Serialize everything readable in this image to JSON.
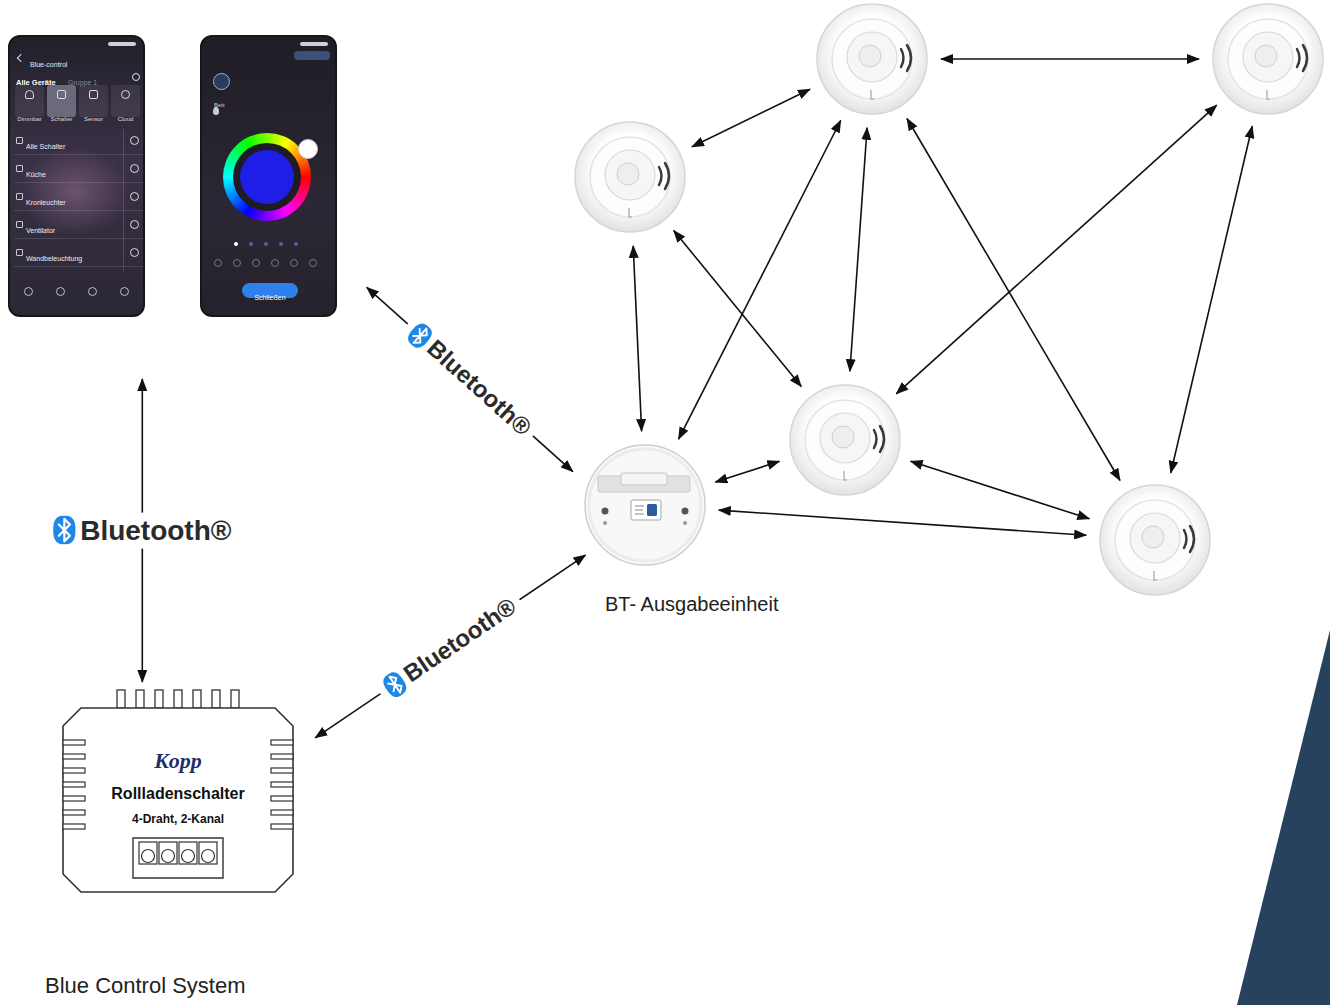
{
  "diagram": {
    "nodes": [
      {
        "text": [
          "Blue-control",
          "Alle Geräte",
          "Gruppe 1",
          "Dimmbar",
          "Schalter",
          "Sensor",
          "Cloud",
          "Alle Schalter",
          "Küche",
          "Kronleuchter",
          "Ventilator",
          "Wandbeleuchtung"
        ]
      },
      {
        "text": [
          "Bett",
          "Schließen"
        ]
      },
      {
        "text": []
      },
      {
        "text": []
      },
      {
        "text": []
      },
      {
        "text": [
          "BT- Ausgabeeinheit"
        ]
      },
      {
        "text": []
      },
      {
        "text": []
      },
      {
        "text": [
          "Kopp",
          "Rollladenschalter",
          "4-Draht, 2-Kanal"
        ]
      }
    ],
    "edges": [
      {
        "from": 3,
        "to": 4,
        "arrow": "both"
      },
      {
        "from": 2,
        "to": 3,
        "arrow": "both"
      },
      {
        "from": 2,
        "to": 5,
        "arrow": "both"
      },
      {
        "from": 3,
        "to": 5,
        "arrow": "both"
      },
      {
        "from": 3,
        "to": 6,
        "arrow": "both"
      },
      {
        "from": 2,
        "to": 6,
        "arrow": "both"
      },
      {
        "from": 4,
        "to": 6,
        "arrow": "both"
      },
      {
        "from": 3,
        "to": 7,
        "arrow": "both"
      },
      {
        "from": 4,
        "to": 7,
        "arrow": "both"
      },
      {
        "from": 5,
        "to": 6,
        "arrow": "both"
      },
      {
        "from": 6,
        "to": 7,
        "arrow": "both"
      },
      {
        "from": 5,
        "to": 7,
        "arrow": "both"
      },
      {
        "from": 1,
        "to": 5,
        "label": "Bluetooth®",
        "arrow": "both"
      },
      {
        "from": 0,
        "to": 8,
        "label": "Bluetooth®",
        "arrow": "both"
      },
      {
        "from": 8,
        "to": 5,
        "label": "Bluetooth®",
        "arrow": "both"
      }
    ],
    "labels": [
      "Blue Control System"
    ]
  }
}
